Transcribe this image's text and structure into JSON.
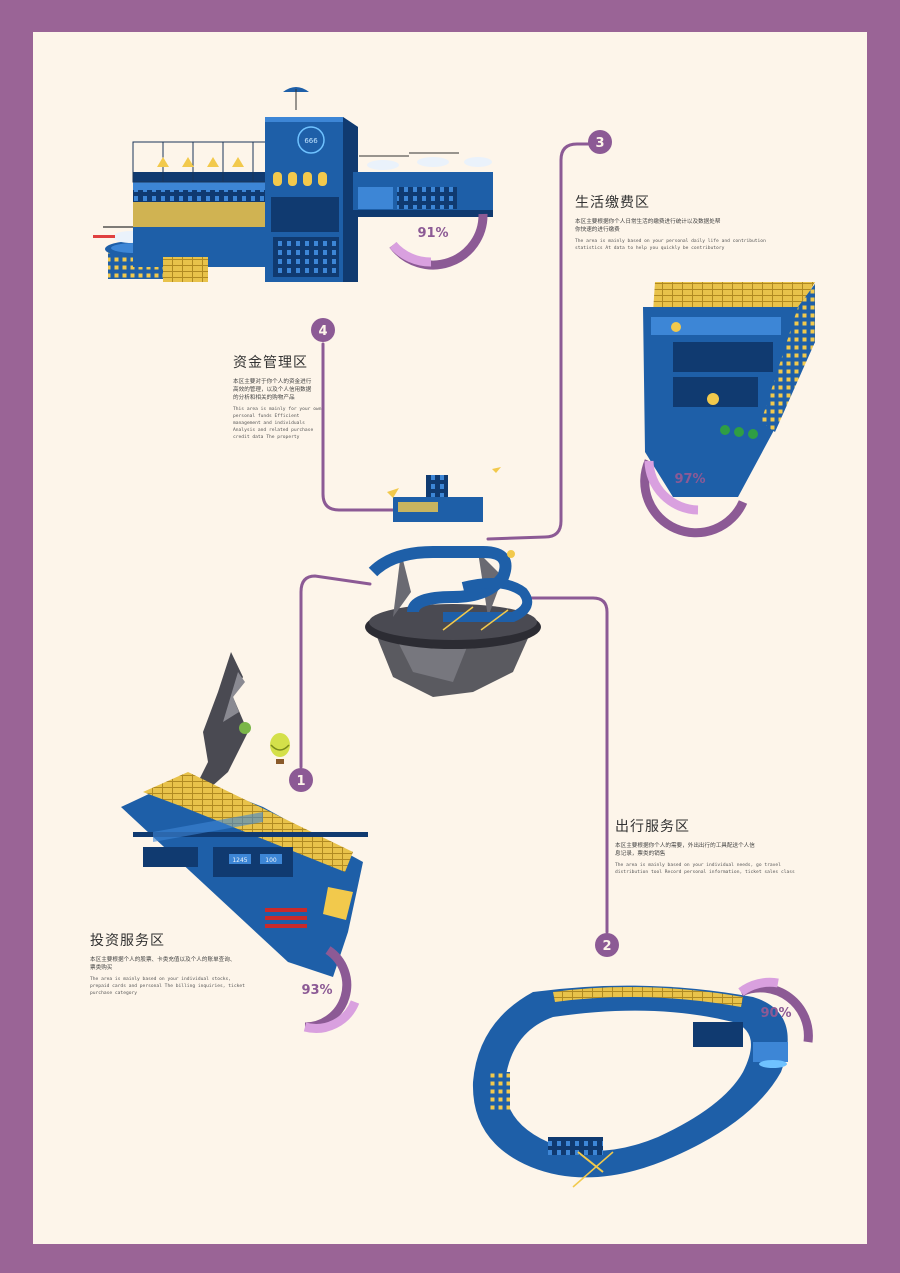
{
  "badges": [
    {
      "num": "1"
    },
    {
      "num": "2"
    },
    {
      "num": "3"
    },
    {
      "num": "4"
    }
  ],
  "zones": {
    "investment": {
      "title": "投资服务区",
      "cn": "本区主要根据个人的股票、卡类充值以及个人的账单查询、票类购买",
      "en": "The area is mainly based on your individual stocks, prepaid cards and personal The billing inquiries, ticket purchase category",
      "percent": "93%",
      "fill": 0.93
    },
    "travel": {
      "title": "出行服务区",
      "cn": "本区主要根据你个人的需要，外出出行的工具配送个人信息记录，票类的销售",
      "en": "The area is mainly based on your individual needs, go travel distribution tool Record personal information, ticket sales class",
      "percent": "90%",
      "fill": 0.9
    },
    "living": {
      "title": "生活缴费区",
      "cn": "本区主要根据你个人日常生活的缴费进行统计以及数据处帮你快速的进行缴费",
      "en": "The area is mainly based on your personal daily life and contribution statistics At data to help you quickly be contributory",
      "percent": "97%",
      "fill": 0.97
    },
    "funds": {
      "title": "资金管理区",
      "cn": "本区主要对于你个人的资金进行高效的管理，以及个人信用数据的分析和相关的购物产品",
      "en": "This area is mainly for your own personal funds Efficient management and individuals Analysis and related purchase credit data The property",
      "percent": "91%",
      "fill": 0.91
    }
  },
  "decor": {
    "sign_666": "666",
    "screen_1245": "1245",
    "screen_100": "100"
  },
  "colors": {
    "frame": "#9a6496",
    "paper": "#fdf5ea",
    "line": "#8c5a95",
    "building": "#1e5fa8",
    "building_dark": "#103a70",
    "window": "#f2c94c",
    "ring_dark": "#8c5a95",
    "ring_light": "#d9a0df",
    "rock": "#5a5a60"
  }
}
